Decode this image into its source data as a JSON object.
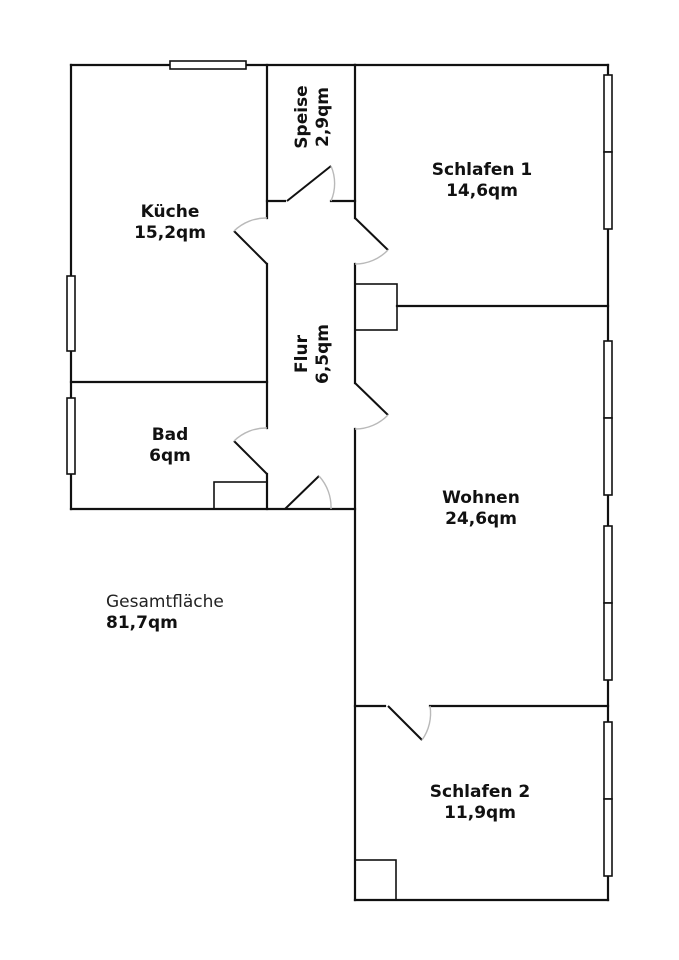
{
  "floorplan": {
    "rooms": [
      {
        "id": "kueche",
        "name": "Küche",
        "area": "15,2qm"
      },
      {
        "id": "speise",
        "name": "Speise",
        "area": "2,9qm"
      },
      {
        "id": "schlafen1",
        "name": "Schlafen 1",
        "area": "14,6qm"
      },
      {
        "id": "flur",
        "name": "Flur",
        "area": "6,5qm"
      },
      {
        "id": "bad",
        "name": "Bad",
        "area": "6qm"
      },
      {
        "id": "wohnen",
        "name": "Wohnen",
        "area": "24,6qm"
      },
      {
        "id": "schlafen2",
        "name": "Schlafen 2",
        "area": "11,9qm"
      }
    ],
    "total": {
      "label": "Gesamtfläche",
      "value": "81,7qm"
    }
  }
}
